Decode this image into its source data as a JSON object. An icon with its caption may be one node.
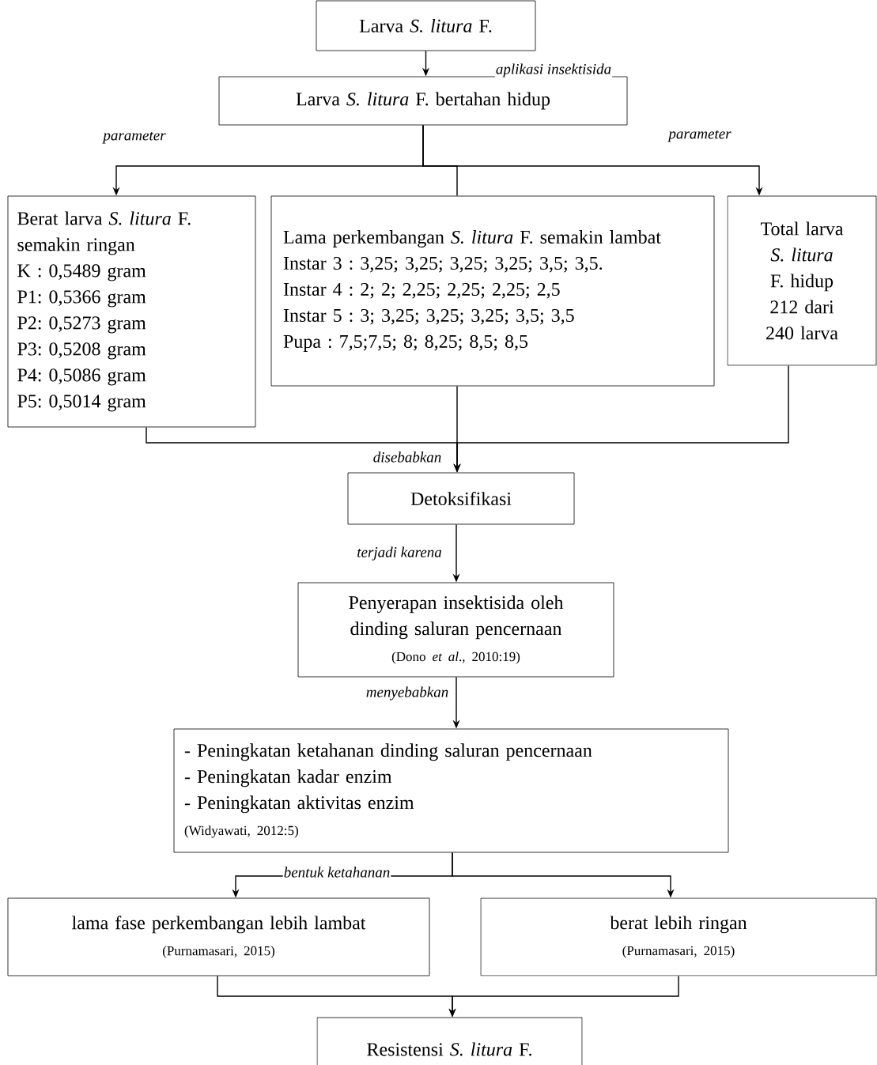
{
  "diagram": {
    "nodes": [
      {
        "text": [
          "Larva *S. litura* F."
        ]
      },
      {
        "text": [
          "Larva *S. litura* F. bertahan hidup"
        ]
      },
      {
        "text": [
          "Berat larva *S. litura* F. semakin ringan",
          "K : 0,5489 gram",
          "P1: 0,5366 gram",
          "P2: 0,5273 gram",
          "P3: 0,5208 gram",
          "P4: 0,5086 gram",
          "P5: 0,5014 gram"
        ]
      },
      {
        "text": [
          "Lama perkembangan  *S. litura* F. semakin lambat",
          "Instar 3 : 3,25; 3,25; 3,25; 3,25; 3,5; 3,5.",
          "Instar 4 : 2; 2; 2,25; 2,25; 2,25; 2,5",
          "Instar 5 : 3; 3,25; 3,25; 3,25; 3,5; 3,5",
          "Pupa : 7,5;7,5; 8; 8,25; 8,5; 8,5"
        ]
      },
      {
        "text": [
          "Total larva *S. litura* F. hidup",
          "212 dari 240 larva"
        ]
      },
      {
        "text": [
          "Detoksifikasi"
        ]
      },
      {
        "text": [
          "Penyerapan insektisida oleh dinding saluran pencernaan",
          "(Dono *et al*., 2010:19)"
        ]
      },
      {
        "text": [
          "- Peningkatan ketahanan dinding saluran pencernaan",
          "- Peningkatan kadar enzim",
          "- Peningkatan aktivitas enzim",
          "(Widyawati, 2012:5)"
        ]
      },
      {
        "text": [
          "lama fase perkembangan lebih lambat",
          "(Purnamasari, 2015)"
        ]
      },
      {
        "text": [
          "berat lebih ringan",
          "(Purnamasari, 2015)"
        ]
      },
      {
        "text": [
          "Resistensi *S. litura* F."
        ]
      }
    ],
    "edges": [
      {
        "from": 0,
        "to": 1,
        "arrow": "to",
        "label": "aplikasi insektisida"
      },
      {
        "from": 1,
        "to": 2,
        "arrow": "to",
        "label": "parameter"
      },
      {
        "from": 1,
        "to": 3,
        "arrow": "none"
      },
      {
        "from": 1,
        "to": 4,
        "arrow": "to",
        "label": "parameter"
      },
      {
        "from": 2,
        "to": 5,
        "arrow": "to"
      },
      {
        "from": 3,
        "to": 5,
        "arrow": "to",
        "label": "disebabkan"
      },
      {
        "from": 4,
        "to": 5,
        "arrow": "to"
      },
      {
        "from": 5,
        "to": 6,
        "arrow": "to",
        "label": "terjadi karena"
      },
      {
        "from": 6,
        "to": 7,
        "arrow": "to",
        "label": "menyebabkan"
      },
      {
        "from": 7,
        "to": 8,
        "arrow": "to",
        "label": "bentuk ketahanan"
      },
      {
        "from": 7,
        "to": 9,
        "arrow": "to"
      },
      {
        "from": 8,
        "to": 10,
        "arrow": "to"
      },
      {
        "from": 9,
        "to": 10,
        "arrow": "to"
      }
    ]
  }
}
